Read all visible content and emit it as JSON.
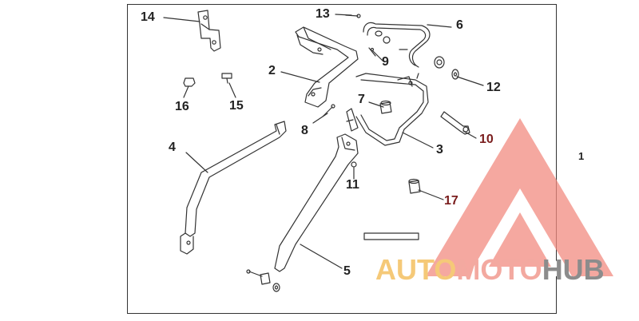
{
  "callouts": {
    "c1": "1",
    "c2": "2",
    "c3": "3",
    "c4": "4",
    "c5": "5",
    "c6": "6",
    "c7": "7",
    "c8": "8",
    "c9": "9",
    "c10": "10",
    "c11": "11",
    "c12": "12",
    "c13": "13",
    "c14": "14",
    "c15": "15",
    "c16": "16",
    "c17": "17"
  },
  "watermark": {
    "part1": "AUTO",
    "part2": "MOTO",
    "part3": "HUB",
    "colors": {
      "auto": "#f5c978",
      "moto": "#f3a9a0",
      "hub": "#8c8c8c",
      "triangle": "#f28b80"
    }
  }
}
